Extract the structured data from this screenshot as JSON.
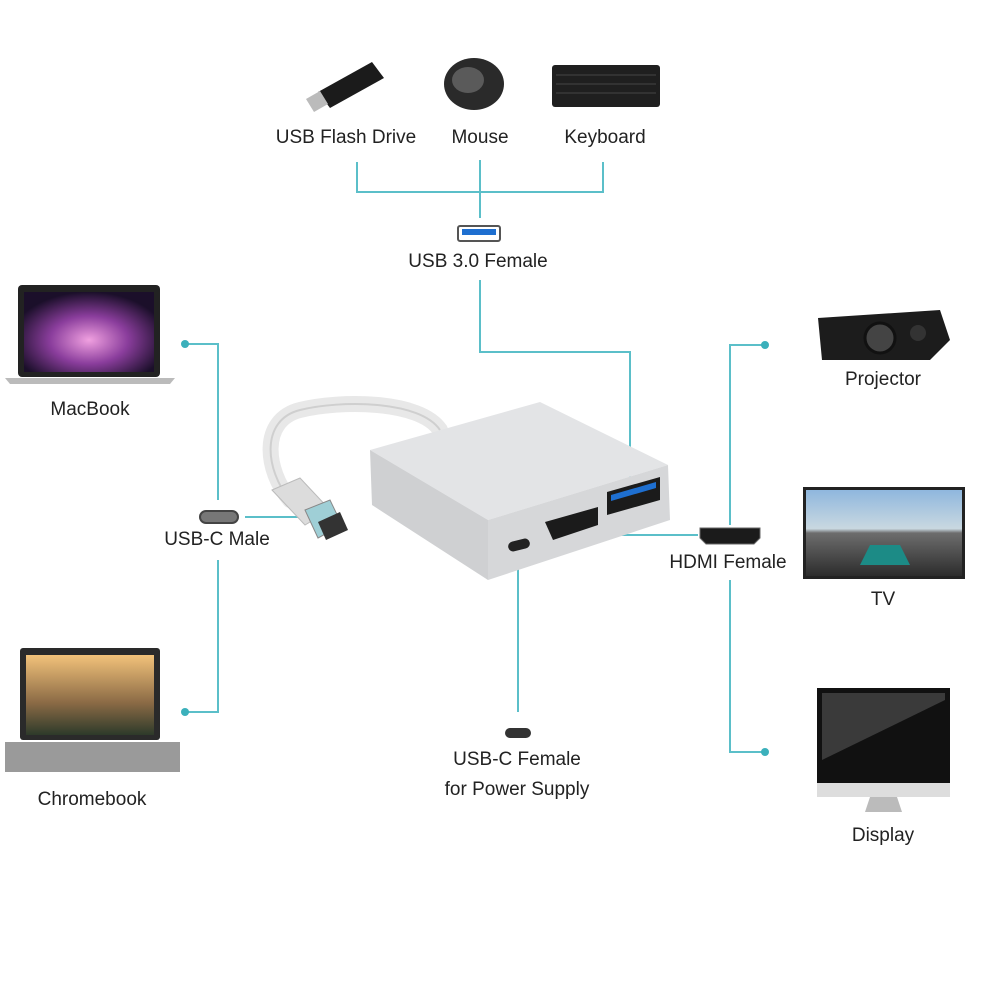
{
  "devices": {
    "usb_flash_drive": "USB Flash Drive",
    "mouse": "Mouse",
    "keyboard": "Keyboard",
    "macbook": "MacBook",
    "chromebook": "Chromebook",
    "projector": "Projector",
    "tv": "TV",
    "display": "Display"
  },
  "ports": {
    "usb3_female": "USB 3.0 Female",
    "usbc_male": "USB-C Male",
    "hdmi_female": "HDMI Female",
    "usbc_female_line1": "USB-C Female",
    "usbc_female_line2": "for Power Supply"
  },
  "colors": {
    "connector_line": "#5bbfc9",
    "usb3_blue": "#1e6fd0",
    "adapter_body": "#d9dadc"
  }
}
